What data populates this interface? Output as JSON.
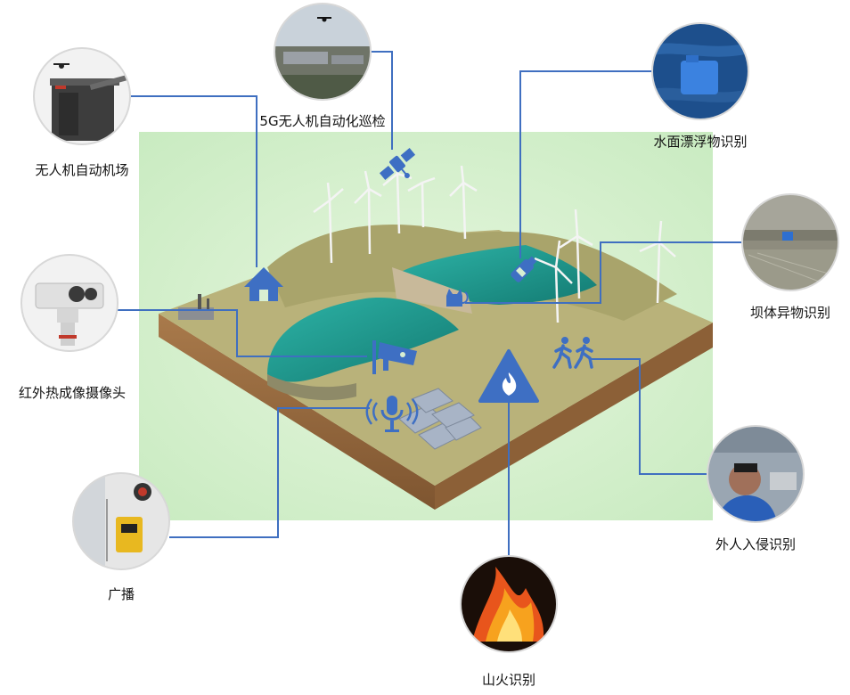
{
  "nodes": {
    "drone_dock": {
      "label": "无人机自动机场"
    },
    "drone_5g": {
      "label": "5G无人机自动化巡检"
    },
    "water_float": {
      "label": "水面漂浮物识别"
    },
    "dam_foreign": {
      "label": "坝体异物识别"
    },
    "thermal_cam": {
      "label": "红外热成像摄像头"
    },
    "broadcast": {
      "label": "广播"
    },
    "fire": {
      "label": "山火识别"
    },
    "intrusion": {
      "label": "外人入侵识别"
    }
  },
  "colors": {
    "line": "#3F6FC0",
    "icon": "#3E6FC3",
    "background_panel": "#D8EFD2",
    "terrain_top": "#B8B57E",
    "terrain_side": "#9A6B3F",
    "water": "#1E9A90"
  },
  "icons": [
    "satellite-icon",
    "home-icon",
    "bottle-icon",
    "cat-icon",
    "camera-icon",
    "microphone-icon",
    "fire-warning-icon",
    "running-people-icon"
  ]
}
